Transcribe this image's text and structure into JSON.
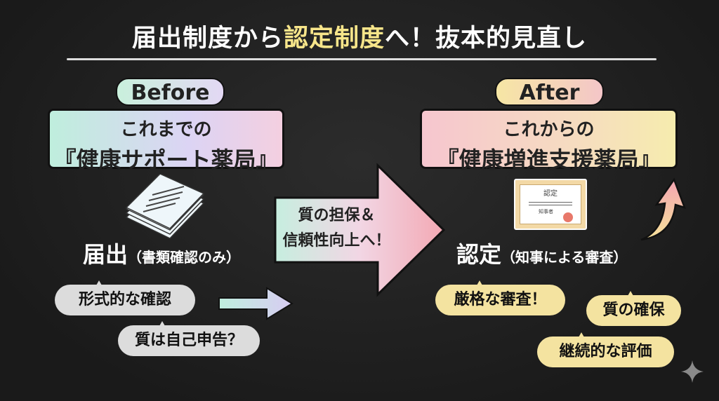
{
  "title": {
    "part1": "届出制度から",
    "highlight": "認定制度",
    "part2": "へ！抜本的見直し"
  },
  "before": {
    "tag": "Before",
    "box_line1": "これまでの",
    "box_line2": "『健康サポート薬局』",
    "label": "届出",
    "label_note": "（書類確認のみ）",
    "bubbles": [
      "形式的な確認",
      "質は自己申告？"
    ]
  },
  "middle": {
    "line1": "質の担保＆",
    "line2": "信頼性向上へ！"
  },
  "after": {
    "tag": "After",
    "box_line1": "これからの",
    "box_line2": "『健康増進支援薬局』",
    "label": "認定",
    "label_note": "（知事による審査）",
    "certificate_title": "認定",
    "certificate_signer": "知事者",
    "bubbles": [
      "厳格な審査！",
      "質の確保",
      "継続的な評価"
    ]
  },
  "colors": {
    "highlight": "#f7e58a",
    "board": "#1f1f1f"
  }
}
